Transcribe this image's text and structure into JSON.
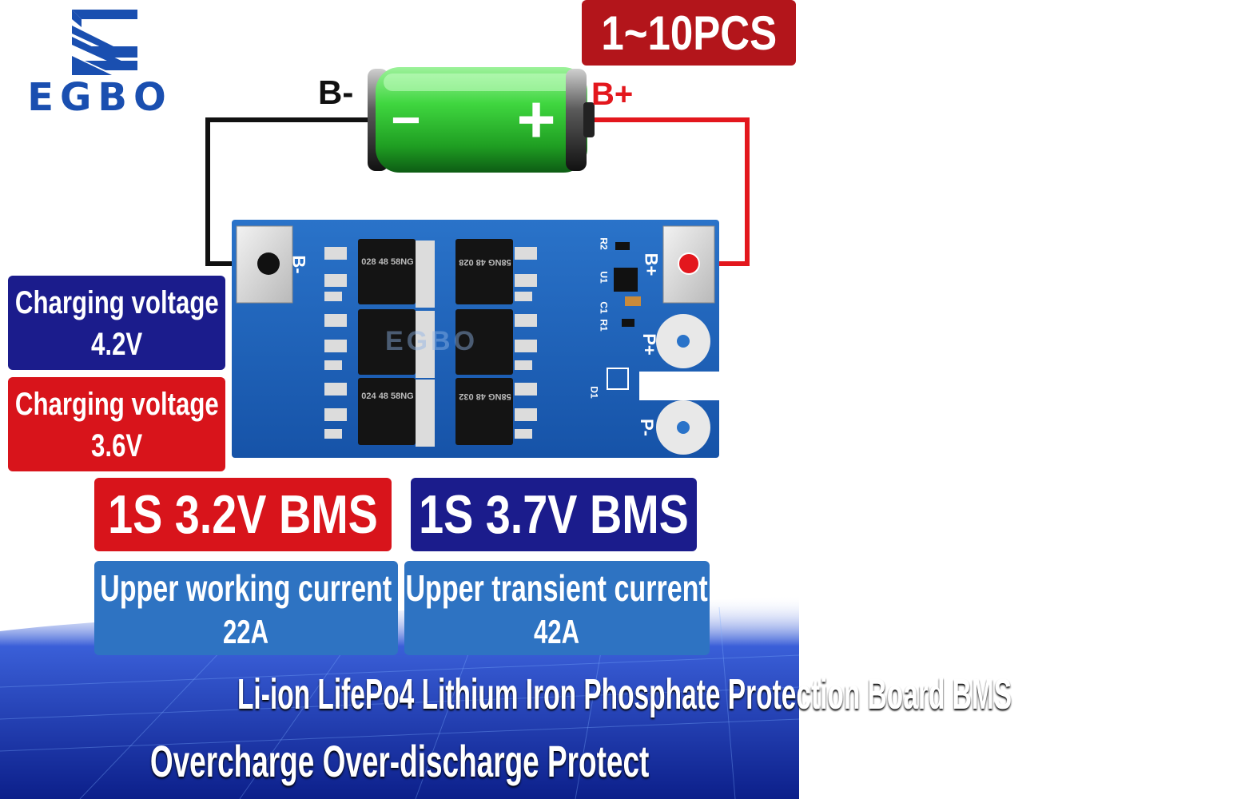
{
  "brand": {
    "name": "EGBO",
    "watermark": "EGBO"
  },
  "quantity_badge": {
    "text": "1~10PCS",
    "color": "#b3151b"
  },
  "battery": {
    "neg_terminal": "B-",
    "pos_terminal": "B+",
    "minus_sign": "−",
    "plus_sign": "+"
  },
  "board": {
    "left_pad_label": "B-",
    "right_pad_label": "B+",
    "p_plus_label": "P+",
    "p_minus_label": "P-",
    "chip_markings": [
      "028 48 58NG",
      "58NG 48 028",
      "024 48 58NG",
      "58NG 48 032"
    ],
    "component_labels": [
      "R2",
      "U1",
      "C1",
      "R1",
      "D1"
    ]
  },
  "specs": {
    "charge_voltage_a": {
      "title": "Charging voltage",
      "value": "4.2V",
      "color": "#1b1c8c"
    },
    "charge_voltage_b": {
      "title": "Charging voltage",
      "value": "3.6V",
      "color": "#d8141b"
    },
    "bms_32": {
      "text": "1S 3.2V BMS",
      "color": "#d8141b"
    },
    "bms_37": {
      "text": "1S 3.7V BMS",
      "color": "#1b1c8c"
    },
    "working_current": {
      "title": "Upper working current",
      "value": "22A"
    },
    "transient_current": {
      "title": "Upper transient current",
      "value": "42A"
    }
  },
  "footer": {
    "line1": "Li-ion LifePo4 Lithium Iron Phosphate Protection Board BMS",
    "line2": "Overcharge Over-discharge Protect"
  },
  "colors": {
    "board_blue": "#1f63b8",
    "info_blue": "#2e73c2",
    "navy": "#1b1c8c",
    "red": "#d8141b",
    "battery_green": "#36c93a"
  }
}
